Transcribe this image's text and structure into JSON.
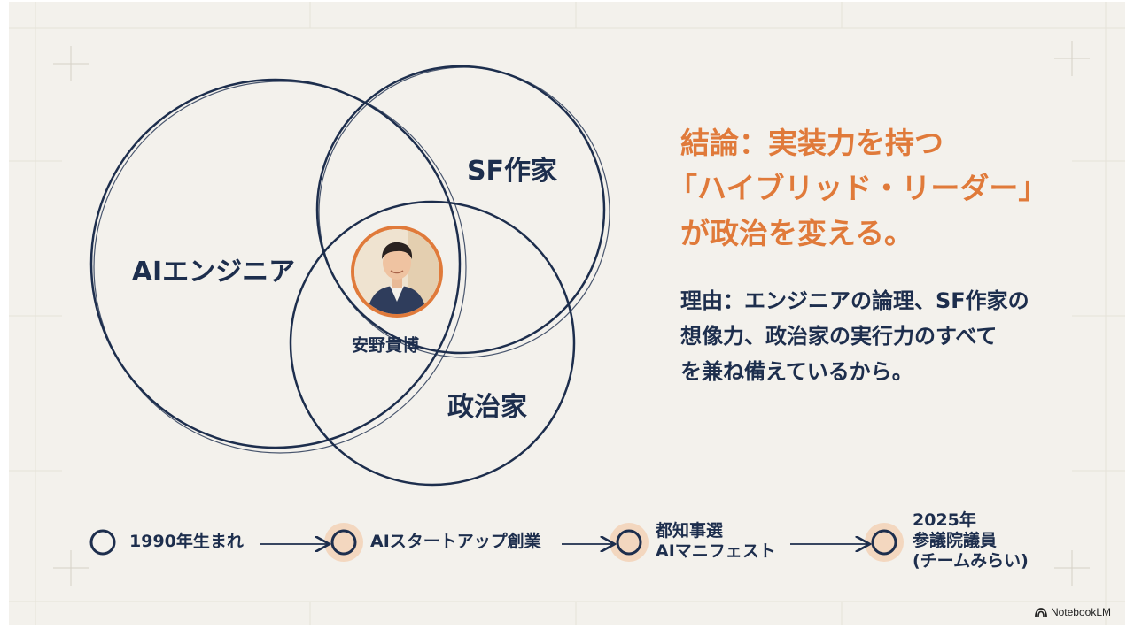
{
  "venn": {
    "sets": [
      "AIエンジニア",
      "SF作家",
      "政治家"
    ],
    "center_label": "安野貴博",
    "center_image": "portrait-photo"
  },
  "conclusion": {
    "lines": [
      "結論：実装力を持つ",
      "「ハイブリッド・リーダー」",
      "が政治を変える。"
    ]
  },
  "reason": {
    "lines": [
      "理由：エンジニアの論理、SF作家の",
      "想像力、政治家の実行力のすべて",
      "を兼ね備えているから。"
    ]
  },
  "timeline": [
    {
      "lines": [
        "1990年生まれ"
      ]
    },
    {
      "lines": [
        "AIスタートアップ創業"
      ]
    },
    {
      "lines": [
        "都知事選",
        "AIマニフェスト"
      ]
    },
    {
      "lines": [
        "2025年",
        "参議院議員",
        "(チームみらい)"
      ]
    }
  ],
  "brand": "NotebookLM",
  "colors": {
    "background": "#f3f1ec",
    "navy": "#1d2e4d",
    "accent": "#e07a3a",
    "accent_soft": "#f2c9a8"
  }
}
